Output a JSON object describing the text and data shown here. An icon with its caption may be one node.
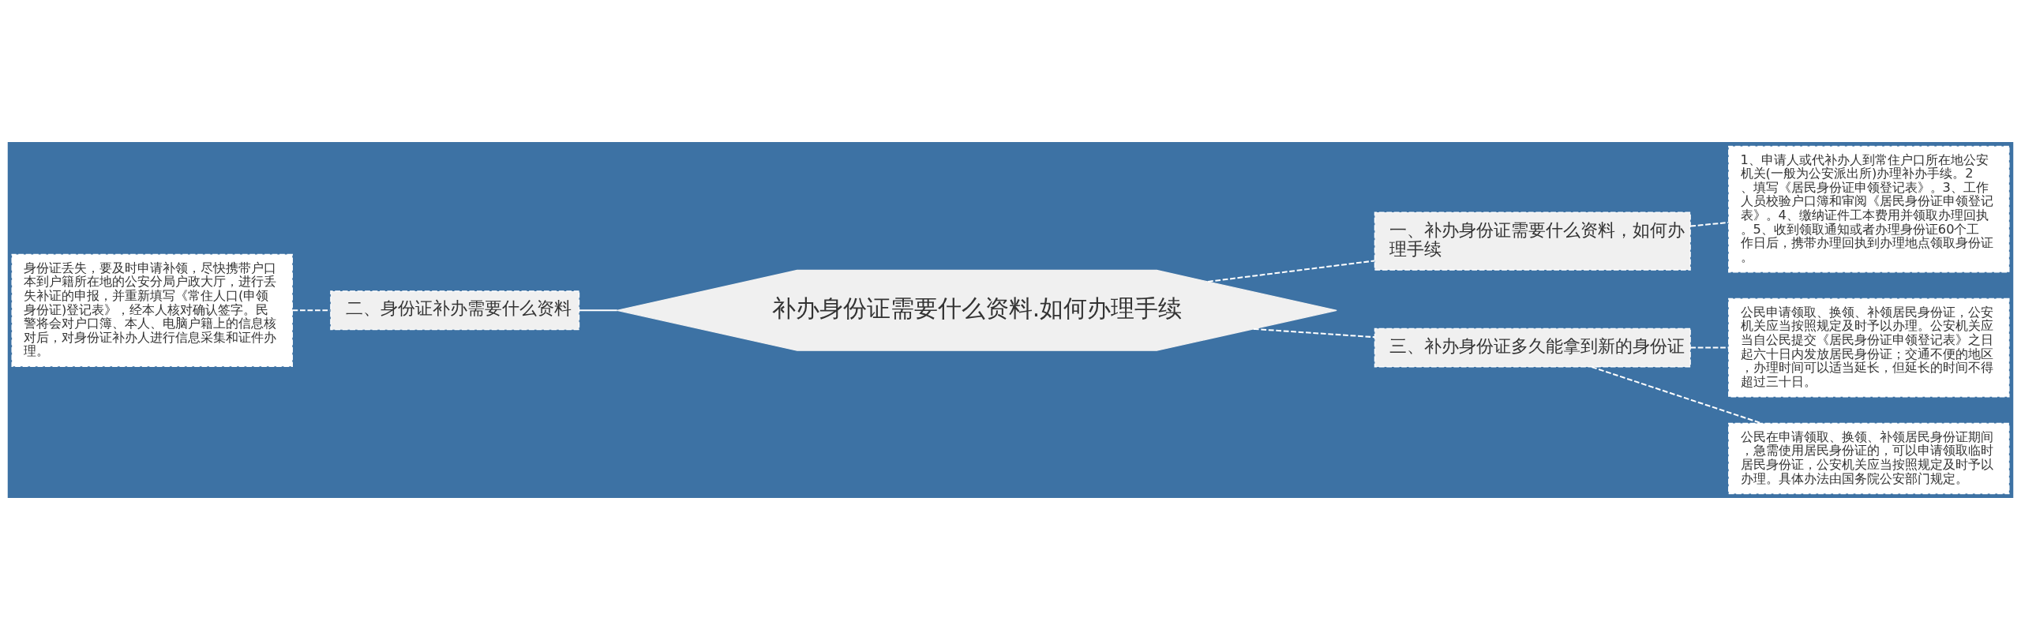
{
  "diagram": {
    "nodes": [
      {
        "text": [
          "补办身份证需要什么资料.如何办理手续"
        ]
      },
      {
        "text": [
          "一、补办身份证需要什么资料，如何办理手续"
        ]
      },
      {
        "text": [
          "1、申请人或代补办人到常住户口所在地公安机关(一般为公安派出所)办理补办手续。2、填写《居民身份证申领登记表》。3、工作人员校验户口簿和审阅《居民身份证申领登记表》。4、缴纳证件工本费用并领取办理回执。5、收到领取通知或者办理身份证60个工作日后，携带办理回执到办理地点领取身份证。"
        ]
      },
      {
        "text": [
          "二、身份证补办需要什么资料"
        ]
      },
      {
        "text": [
          "身份证丢失，要及时申请补领，尽快携带户口本到户籍所在地的公安分局户政大厅，进行丢失补证的申报，并重新填写《常住人口(申领身份证)登记表》，经本人核对确认签字。民警将会对户口簿、本人、电脑户籍上的信息核对后，对身份证补办人进行信息采集和证件办理。"
        ]
      },
      {
        "text": [
          "三、补办身份证多久能拿到新的身份证"
        ]
      },
      {
        "text": [
          "公民申请领取、换领、补领居民身份证，公安机关应当按照规定及时予以办理。公安机关应当自公民提交《居民身份证申领登记表》之日起六十日内发放居民身份证；交通不便的地区，办理时间可以适当延长，但延长的时间不得超过三十日。"
        ]
      },
      {
        "text": [
          "公民在申请领取、换领、补领居民身份证期间，急需使用居民身份证的，可以申请领取临时居民身份证，公安机关应当按照规定及时予以办理。具体办法由国务院公安部门规定。"
        ]
      }
    ],
    "edges": [
      {
        "from": 0,
        "to": 1,
        "arrow": "none",
        "style": "dashed"
      },
      {
        "from": 1,
        "to": 2,
        "arrow": "none",
        "style": "dashed"
      },
      {
        "from": 0,
        "to": 3,
        "arrow": "none"
      },
      {
        "from": 3,
        "to": 4,
        "arrow": "none",
        "style": "dashed"
      },
      {
        "from": 0,
        "to": 5,
        "arrow": "none",
        "style": "dashed"
      },
      {
        "from": 5,
        "to": 6,
        "arrow": "none",
        "style": "dashed"
      },
      {
        "from": 5,
        "to": 7,
        "arrow": "none",
        "style": "dashed"
      }
    ]
  }
}
